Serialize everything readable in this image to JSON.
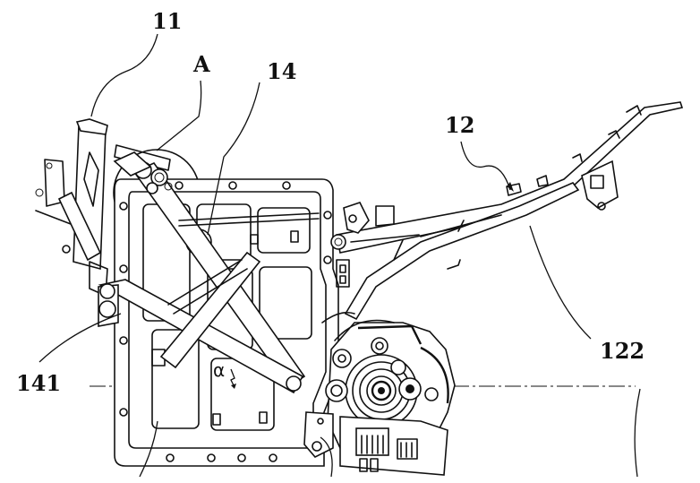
{
  "figure": {
    "type": "patent line drawing",
    "subject": "vehicle frame assembly with battery box and motor",
    "labels": {
      "frame_front": "11",
      "detail_region": "A",
      "battery_frame": "14",
      "rear_frame": "12",
      "rear_frame_rail": "122",
      "battery_frame_bar": "141",
      "angle": "α"
    }
  }
}
